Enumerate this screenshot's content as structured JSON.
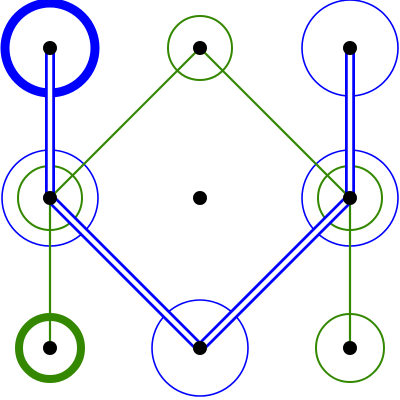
{
  "diagram": {
    "colors": {
      "background": "#ffffff",
      "blue": "#0000ff",
      "green": "#338800",
      "node": "#000000"
    },
    "nodes": [
      {
        "id": "n-top-left"
      },
      {
        "id": "n-top-center"
      },
      {
        "id": "n-top-right"
      },
      {
        "id": "n-mid-left"
      },
      {
        "id": "n-center"
      },
      {
        "id": "n-mid-right"
      },
      {
        "id": "n-bottom-left"
      },
      {
        "id": "n-bottom-center"
      },
      {
        "id": "n-bottom-right"
      }
    ],
    "green_edges": [
      {
        "from": "n-mid-left",
        "to": "n-top-center"
      },
      {
        "from": "n-top-center",
        "to": "n-mid-right"
      },
      {
        "from": "n-mid-left",
        "to": "n-bottom-left"
      },
      {
        "from": "n-mid-right",
        "to": "n-bottom-right"
      }
    ],
    "blue_edges": [
      {
        "from": "n-top-left",
        "to": "n-mid-left"
      },
      {
        "from": "n-mid-left",
        "to": "n-bottom-center"
      },
      {
        "from": "n-bottom-center",
        "to": "n-mid-right"
      },
      {
        "from": "n-mid-right",
        "to": "n-top-right"
      }
    ],
    "rings": [
      {
        "node": "n-top-left",
        "color": "blue",
        "style": "thick"
      },
      {
        "node": "n-top-center",
        "color": "green",
        "style": "small"
      },
      {
        "node": "n-top-right",
        "color": "blue",
        "style": "large"
      },
      {
        "node": "n-mid-left",
        "color": "blue",
        "style": "large"
      },
      {
        "node": "n-mid-left",
        "color": "green",
        "style": "small"
      },
      {
        "node": "n-mid-right",
        "color": "blue",
        "style": "large"
      },
      {
        "node": "n-mid-right",
        "color": "green",
        "style": "small"
      },
      {
        "node": "n-bottom-left",
        "color": "green",
        "style": "thick"
      },
      {
        "node": "n-bottom-center",
        "color": "blue",
        "style": "large"
      },
      {
        "node": "n-bottom-right",
        "color": "green",
        "style": "medium"
      }
    ]
  }
}
